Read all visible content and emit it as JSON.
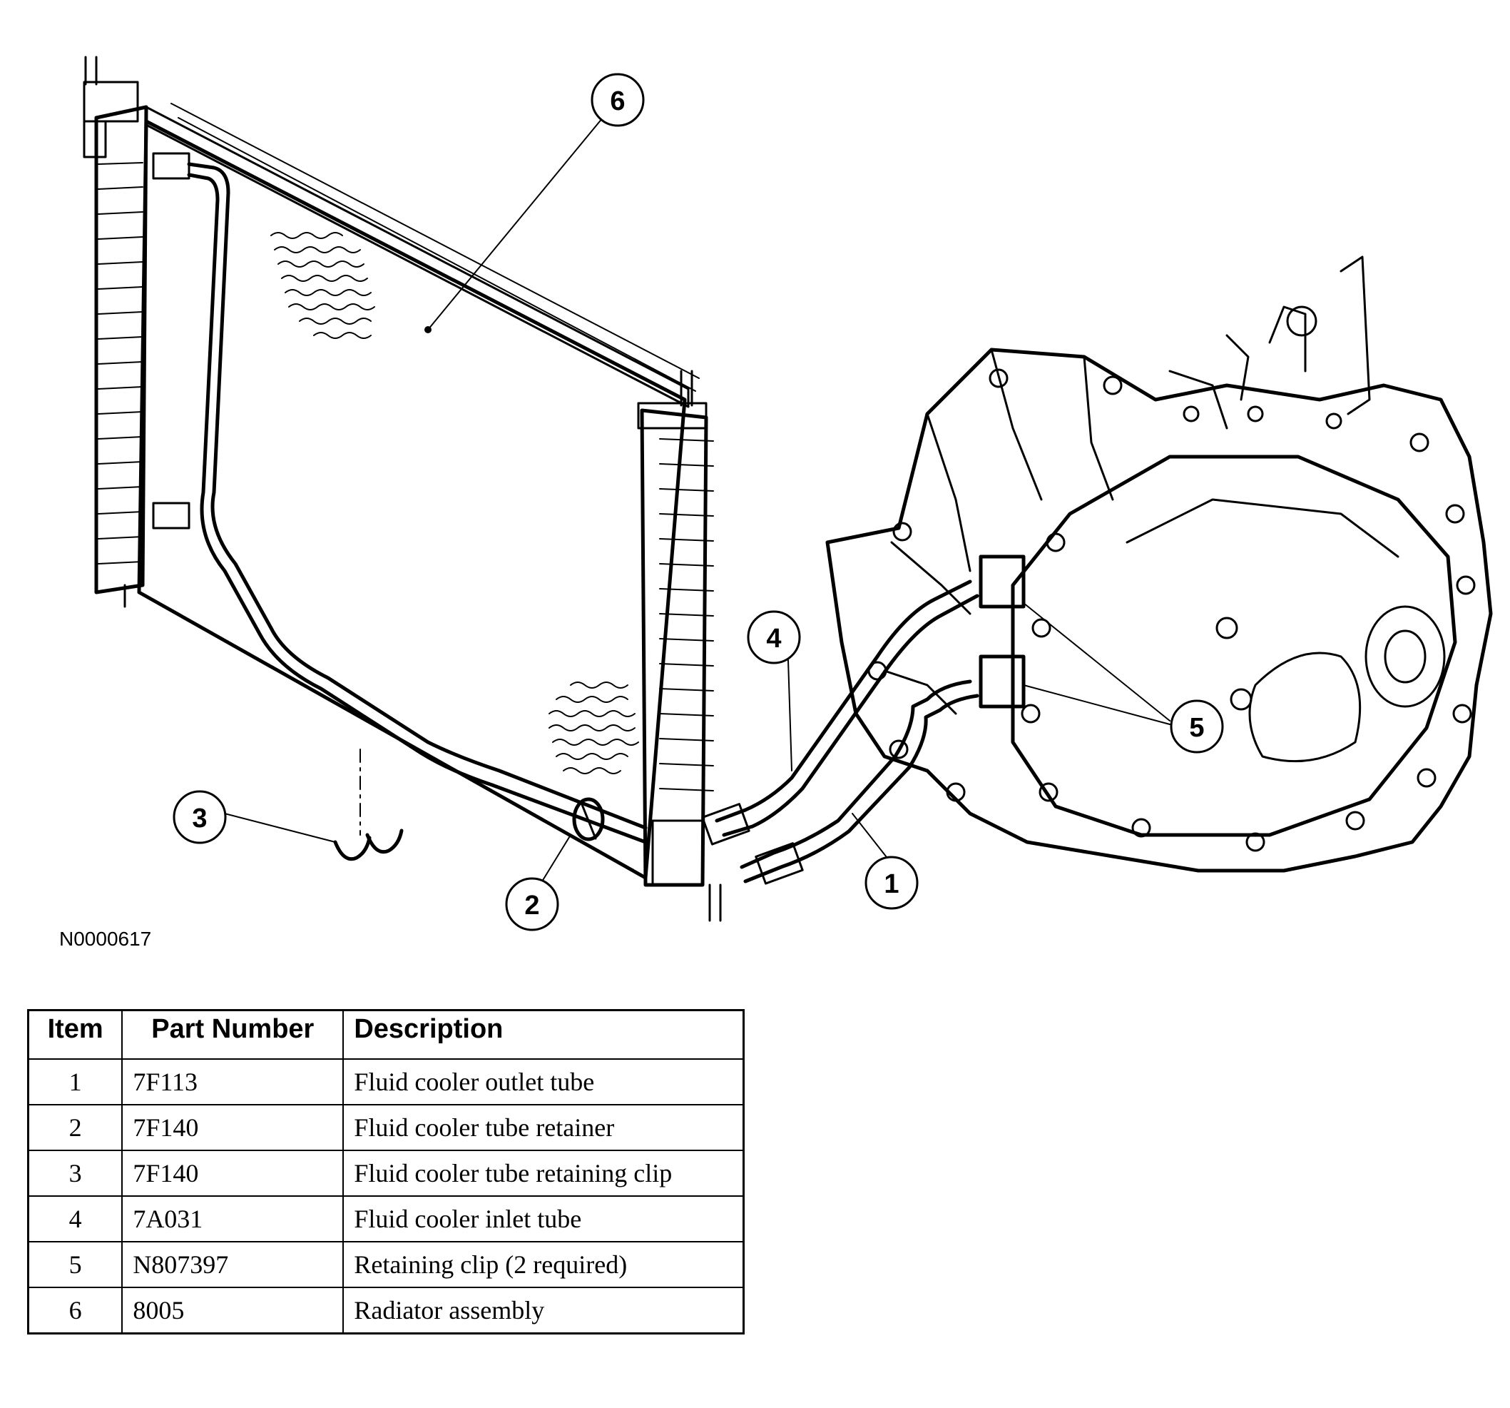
{
  "figure_id": "N0000617",
  "callouts": [
    "1",
    "2",
    "3",
    "4",
    "5",
    "6"
  ],
  "table": {
    "headers": [
      "Item",
      "Part Number",
      "Description"
    ],
    "rows": [
      {
        "item": "1",
        "part": "7F113",
        "desc": "Fluid cooler outlet tube"
      },
      {
        "item": "2",
        "part": "7F140",
        "desc": "Fluid cooler tube retainer"
      },
      {
        "item": "3",
        "part": "7F140",
        "desc": "Fluid cooler tube retaining clip"
      },
      {
        "item": "4",
        "part": "7A031",
        "desc": "Fluid cooler inlet tube"
      },
      {
        "item": "5",
        "part": "N807397",
        "desc": "Retaining clip (2 required)"
      },
      {
        "item": "6",
        "part": "8005",
        "desc": "Radiator assembly"
      }
    ]
  }
}
